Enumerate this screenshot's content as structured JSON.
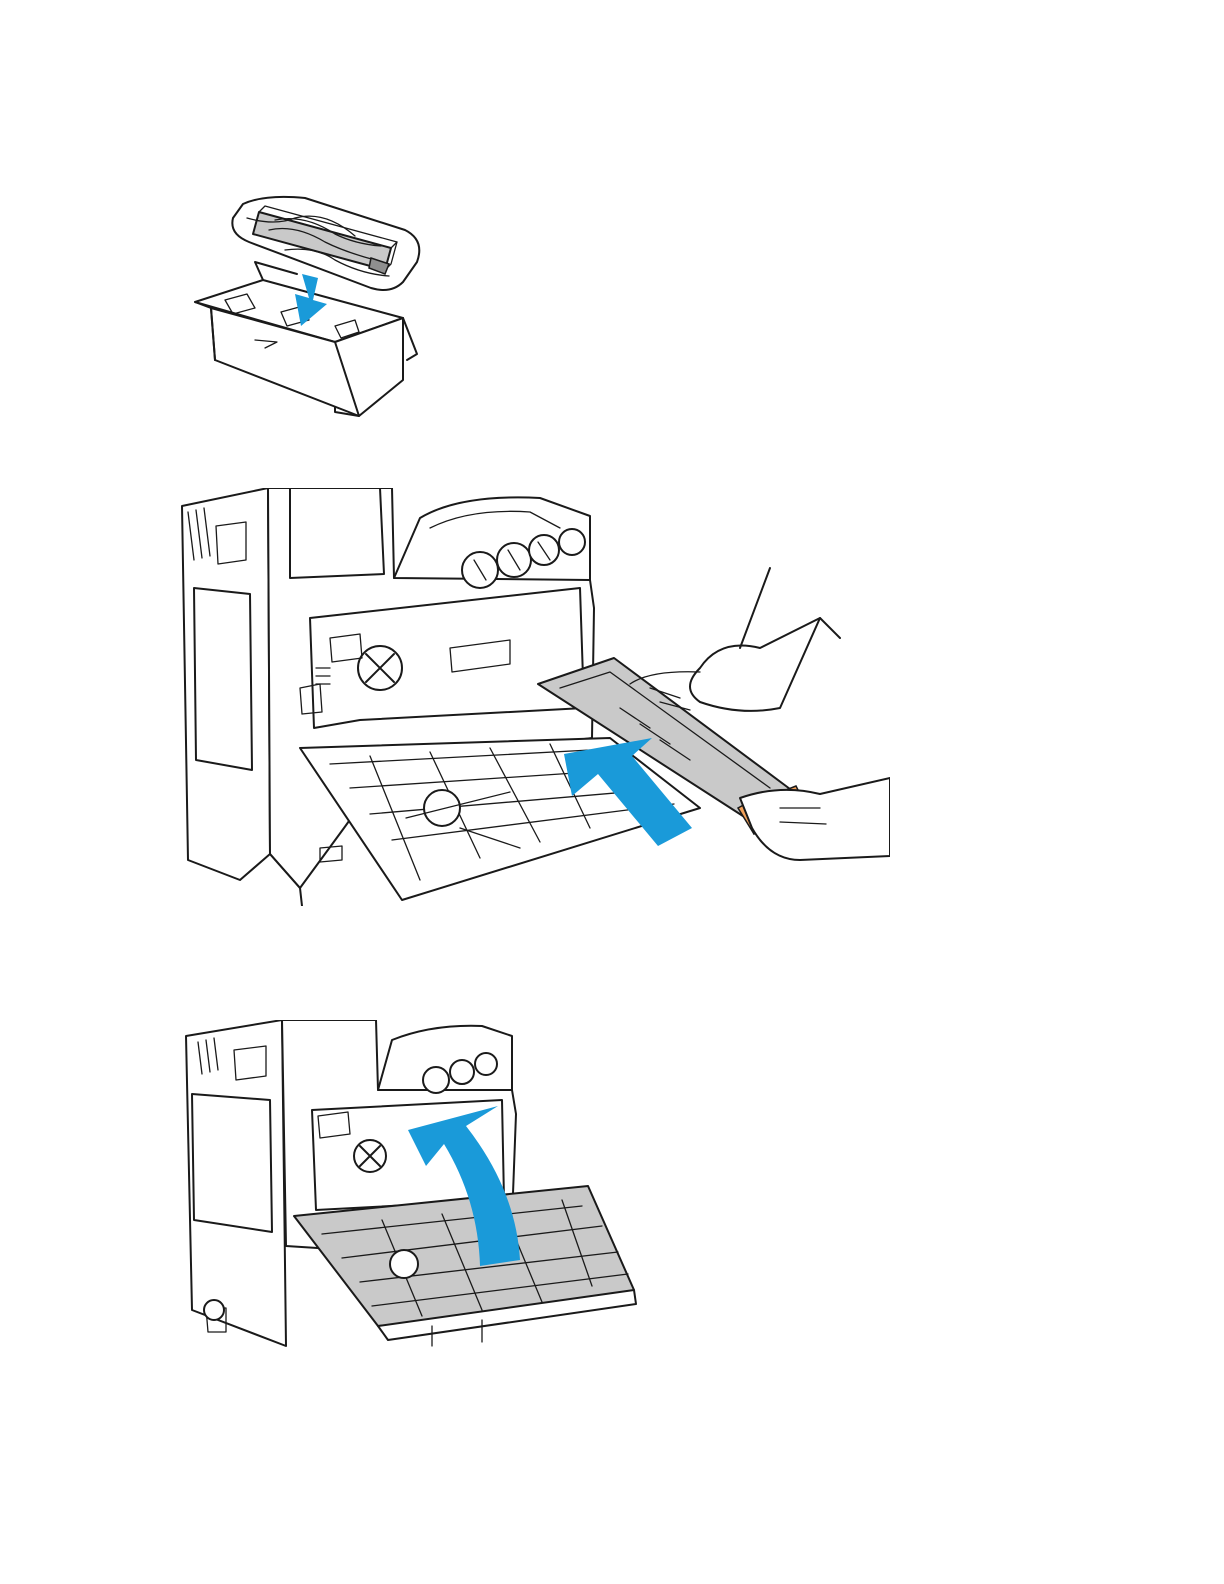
{
  "figures": [
    {
      "id": "figure-1",
      "depicts": "package-cartridge-in-box"
    },
    {
      "id": "figure-2",
      "depicts": "insert-waste-cartridge"
    },
    {
      "id": "figure-3",
      "depicts": "close-front-door"
    }
  ],
  "colors": {
    "arrow_blue": "#1a9ad9",
    "line": "#1a1a1a",
    "cartridge_gray": "#c9c9c9",
    "handle_orange": "#f2a15a"
  },
  "icons": [
    "down-arrow-icon",
    "insert-arrow-icon",
    "curved-arrow-icon"
  ]
}
